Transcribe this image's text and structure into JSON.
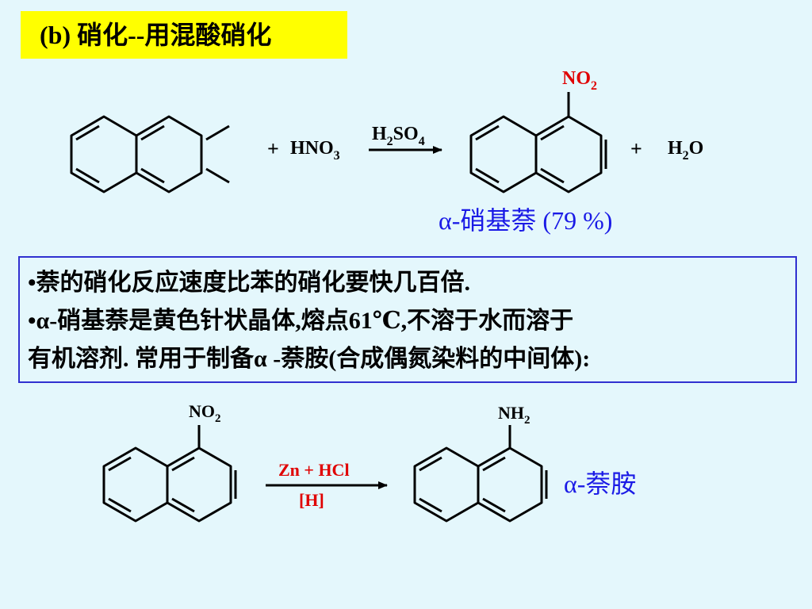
{
  "title": "(b) 硝化--用混酸硝化",
  "reaction1": {
    "plus1": "+",
    "reagent_name": "HNO",
    "reagent_sub": "3",
    "catalyst_name": "H",
    "catalyst_sub1": "2",
    "catalyst_mid": "SO",
    "catalyst_sub2": "4",
    "product_group": "NO",
    "product_group_sub": "2",
    "plus2": "+",
    "byproduct_h": "H",
    "byproduct_sub": "2",
    "byproduct_o": "O",
    "product_label": "α-硝基萘 (79 %)"
  },
  "notes": {
    "line1": "•萘的硝化反应速度比苯的硝化要快几百倍.",
    "line2": "•α-硝基萘是黄色针状晶体,熔点61℃,不溶于水而溶于",
    "line3": "有机溶剂. 常用于制备α -萘胺(合成偶氮染料的中间体):"
  },
  "reaction2": {
    "reactant_group": "NO",
    "reactant_group_sub": "2",
    "reagent_above": "Zn + HCl",
    "reagent_below": "[H]",
    "product_group": "NH",
    "product_group_sub": "2",
    "product_label": "α-萘胺"
  },
  "colors": {
    "background": "#e4f7fc",
    "title_highlight": "#ffff00",
    "label_blue": "#1a1ae6",
    "reagent_red": "#e00000",
    "box_border": "#3030d0"
  }
}
